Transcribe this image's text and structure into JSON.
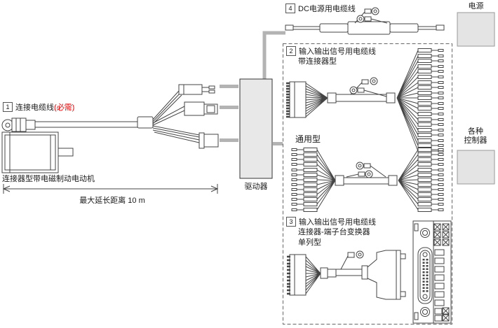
{
  "colors": {
    "required": "#e60000",
    "panel_fill": "#e8e8e8",
    "connector_gray": "#b3b3b3",
    "line": "#444444"
  },
  "sections": {
    "one": {
      "num": "1",
      "title": "连接电缆线",
      "note": "(必需)"
    },
    "two": {
      "num": "2",
      "title": "输入输出信号用电缆线",
      "subtitle": "带连接器型"
    },
    "three": {
      "num": "3",
      "title": "输入输出信号用电缆线",
      "subtitle": "连接器-端子台变换器",
      "subtitle2": "单列型"
    },
    "four": {
      "num": "4",
      "title": "DC电源用电缆线"
    }
  },
  "labels": {
    "general_type": "通用型",
    "motor_caption": "连接器型带电磁制动电动机",
    "max_distance": "最大延长距离 10 m",
    "driver": "驱动器",
    "power": "电源",
    "controllers_line1": "各种",
    "controllers_line2": "控制器"
  }
}
